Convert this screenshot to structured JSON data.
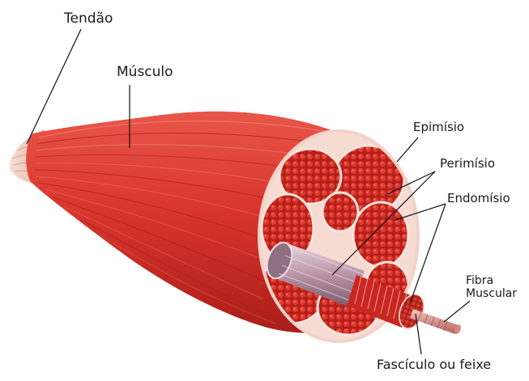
{
  "labels": {
    "tendao": "Tendão",
    "musculo": "Músculo",
    "epimisio": "Epimísio",
    "perimisio": "Perimísio",
    "endomisio": "Endomísio",
    "fibra_line1": "Fibra",
    "fibra_line2": "Muscular",
    "fasciculo": "Fascículo ou feixe"
  },
  "colors": {
    "muscle": "#d8352c",
    "muscle_dark": "#9e1a16",
    "muscle_light": "#ee6a5e",
    "tendon": "#f1d3c6",
    "fascia": "#f6dbd2",
    "fascicle_red": "#c82722",
    "fiber_sheath": "#c9aeb8",
    "leader_line": "#111111"
  }
}
